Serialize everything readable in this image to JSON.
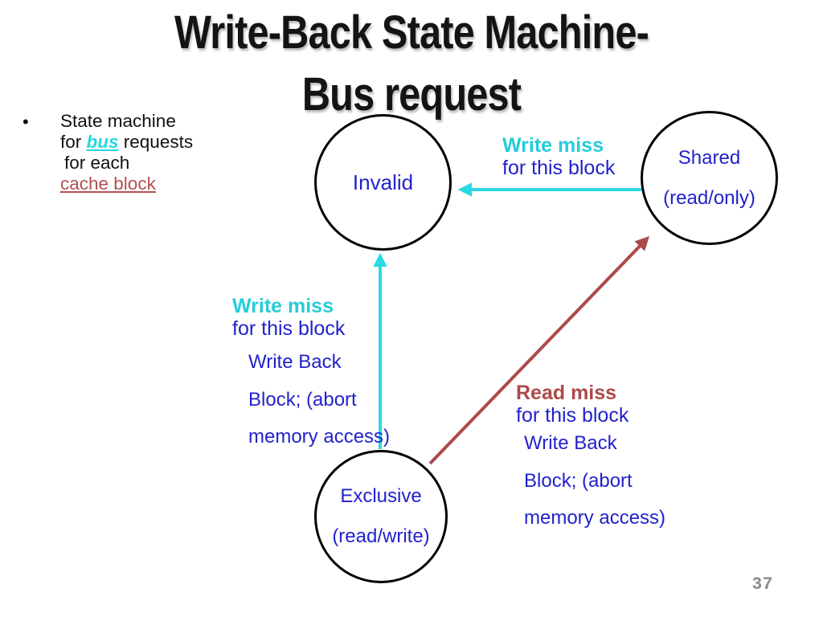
{
  "title": {
    "line1": "Write-Back State Machine-",
    "line2": "Bus request"
  },
  "bullet": {
    "marker": "•",
    "line1": "State machine",
    "line2_pre": "for ",
    "line2_bus": "bus",
    "line2_post": " requests",
    "line3": "for each",
    "line4": "cache block"
  },
  "states": {
    "invalid": {
      "label": "Invalid"
    },
    "shared": {
      "label": "Shared",
      "sublabel": "(read/only)"
    },
    "exclusive": {
      "label": "Exclusive",
      "sublabel": "(read/write)"
    }
  },
  "transitions": {
    "shared_to_invalid": {
      "event": "Write miss",
      "detail": "for this block"
    },
    "exclusive_to_invalid": {
      "event": "Write miss",
      "detail": "for this block",
      "action_line1": "Write Back",
      "action_line2": "Block; (abort",
      "action_line3": "memory access)"
    },
    "exclusive_to_shared": {
      "event": "Read miss",
      "detail": "for this block",
      "action_line1": "Write Back",
      "action_line2": "Block; (abort",
      "action_line3": "memory access)"
    }
  },
  "footer": {
    "page_number": "37"
  },
  "colors": {
    "arrow_cyan": "#2bd9e2",
    "arrow_red": "#ad4a4a",
    "state_text_blue": "#2222cc",
    "event_cyan": "#26ccd8",
    "event_red": "#ad4a4a",
    "link_bus_cyan": "#27d6df",
    "link_cache_red": "#b15151",
    "title_black": "#141414",
    "page_number_gray": "#8a8a8a"
  }
}
